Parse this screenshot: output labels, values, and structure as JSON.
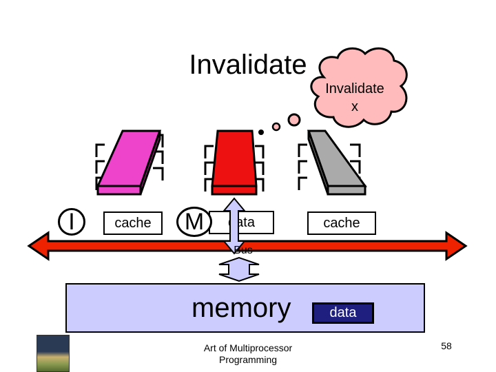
{
  "slide": {
    "title": "Invalidate",
    "thought": {
      "line1": "Invalidate",
      "line2": "x"
    },
    "processors": [
      {
        "state": "I",
        "cache_label": "cache",
        "color": "#ee44cc"
      },
      {
        "state": "M",
        "cache_label": "data",
        "color": "#ee1111"
      },
      {
        "state": "",
        "cache_label": "cache",
        "color": "#aaaaaa"
      }
    ],
    "bus_label": "Bus",
    "memory": {
      "label": "memory",
      "data_label": "data"
    },
    "footer": {
      "line1": "Art of Multiprocessor",
      "line2": "Programming"
    },
    "page_number": "58",
    "colors": {
      "bus": "#ee2200",
      "memory_bg": "#ccccff",
      "thought_fill": "#ffbbbb",
      "memory_data_bg": "#1f1f80",
      "arrow_fill": "#ccccff"
    }
  }
}
